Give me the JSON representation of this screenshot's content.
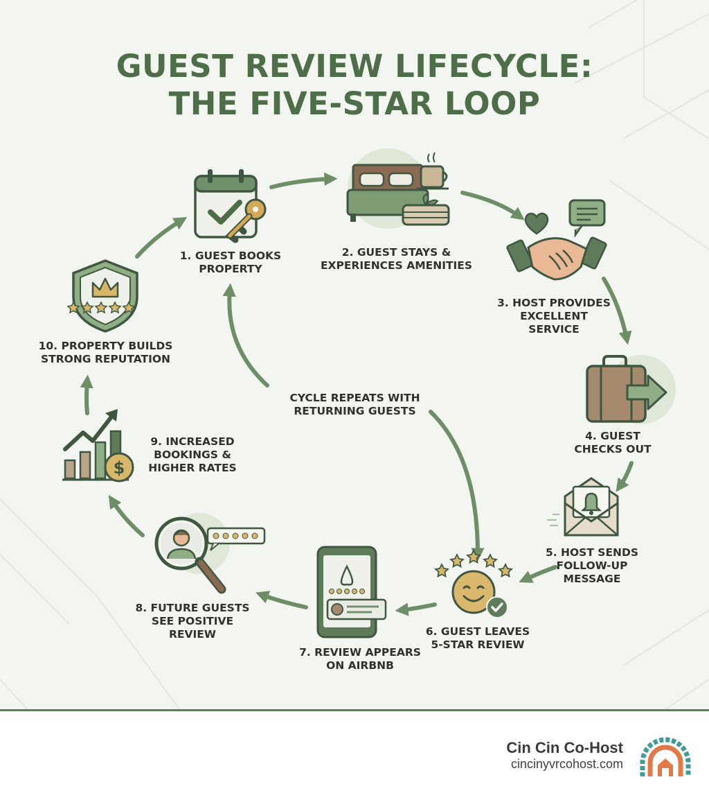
{
  "title": {
    "line1": "GUEST REVIEW LIFECYCLE:",
    "line2": "THE FIVE-STAR LOOP"
  },
  "steps": [
    {
      "line1": "1. GUEST BOOKS",
      "line2": "PROPERTY",
      "icon": "calendar-key-icon"
    },
    {
      "line1": "2. GUEST STAYS &",
      "line2": "EXPERIENCES AMENITIES",
      "icon": "bed-amenities-icon"
    },
    {
      "line1": "3. HOST PROVIDES",
      "line2": "EXCELLENT",
      "line3": "SERVICE",
      "icon": "handshake-icon"
    },
    {
      "line1": "4. GUEST",
      "line2": "CHECKS OUT",
      "icon": "suitcase-exit-icon"
    },
    {
      "line1": "5. HOST SENDS",
      "line2": "FOLLOW-UP",
      "line3": "MESSAGE",
      "icon": "envelope-bell-icon"
    },
    {
      "line1": "6. GUEST LEAVES",
      "line2": "5-STAR REVIEW",
      "icon": "smiley-stars-icon"
    },
    {
      "line1": "7. REVIEW APPEARS",
      "line2": "ON AIRBNB",
      "icon": "phone-review-icon"
    },
    {
      "line1": "8. FUTURE GUESTS",
      "line2": "SEE POSITIVE",
      "line3": "REVIEW",
      "icon": "magnifier-profile-icon"
    },
    {
      "line1": "9. INCREASED",
      "line2": "BOOKINGS &",
      "line3": "HIGHER RATES",
      "icon": "growth-chart-dollar-icon"
    },
    {
      "line1": "10. PROPERTY BUILDS",
      "line2": "STRONG REPUTATION",
      "icon": "shield-crown-icon"
    }
  ],
  "center": {
    "line1": "CYCLE REPEATS WITH",
    "line2": "RETURNING GUESTS"
  },
  "brand": {
    "name": "Cin Cin Co-Host",
    "url": "cincinyvrcohost.com",
    "logo": "rainbow-house-logo-icon"
  },
  "colors": {
    "accent": "#4e6e4a",
    "arrow": "#6e8e68",
    "background": "#f3f5f0",
    "text": "#2d332c",
    "tan": "#b9a68a",
    "gold": "#d8b76b",
    "logo_orange": "#e27a48",
    "logo_teal": "#3f9a9a"
  }
}
